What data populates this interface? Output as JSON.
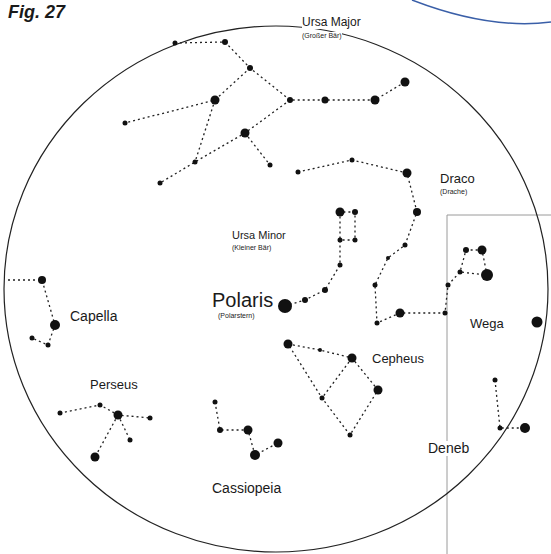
{
  "diagram": {
    "title": "Fig. 27",
    "labels": [
      "Ursa Major",
      "(Großer Bär)",
      "Draco",
      "(Drache)",
      "Ursa Minor",
      "(Kleiner Bär)",
      "Polaris",
      "(Polarstern)",
      "Capella",
      "Wega",
      "Cepheus",
      "Perseus",
      "Deneb",
      "Cassiopeia"
    ]
  }
}
